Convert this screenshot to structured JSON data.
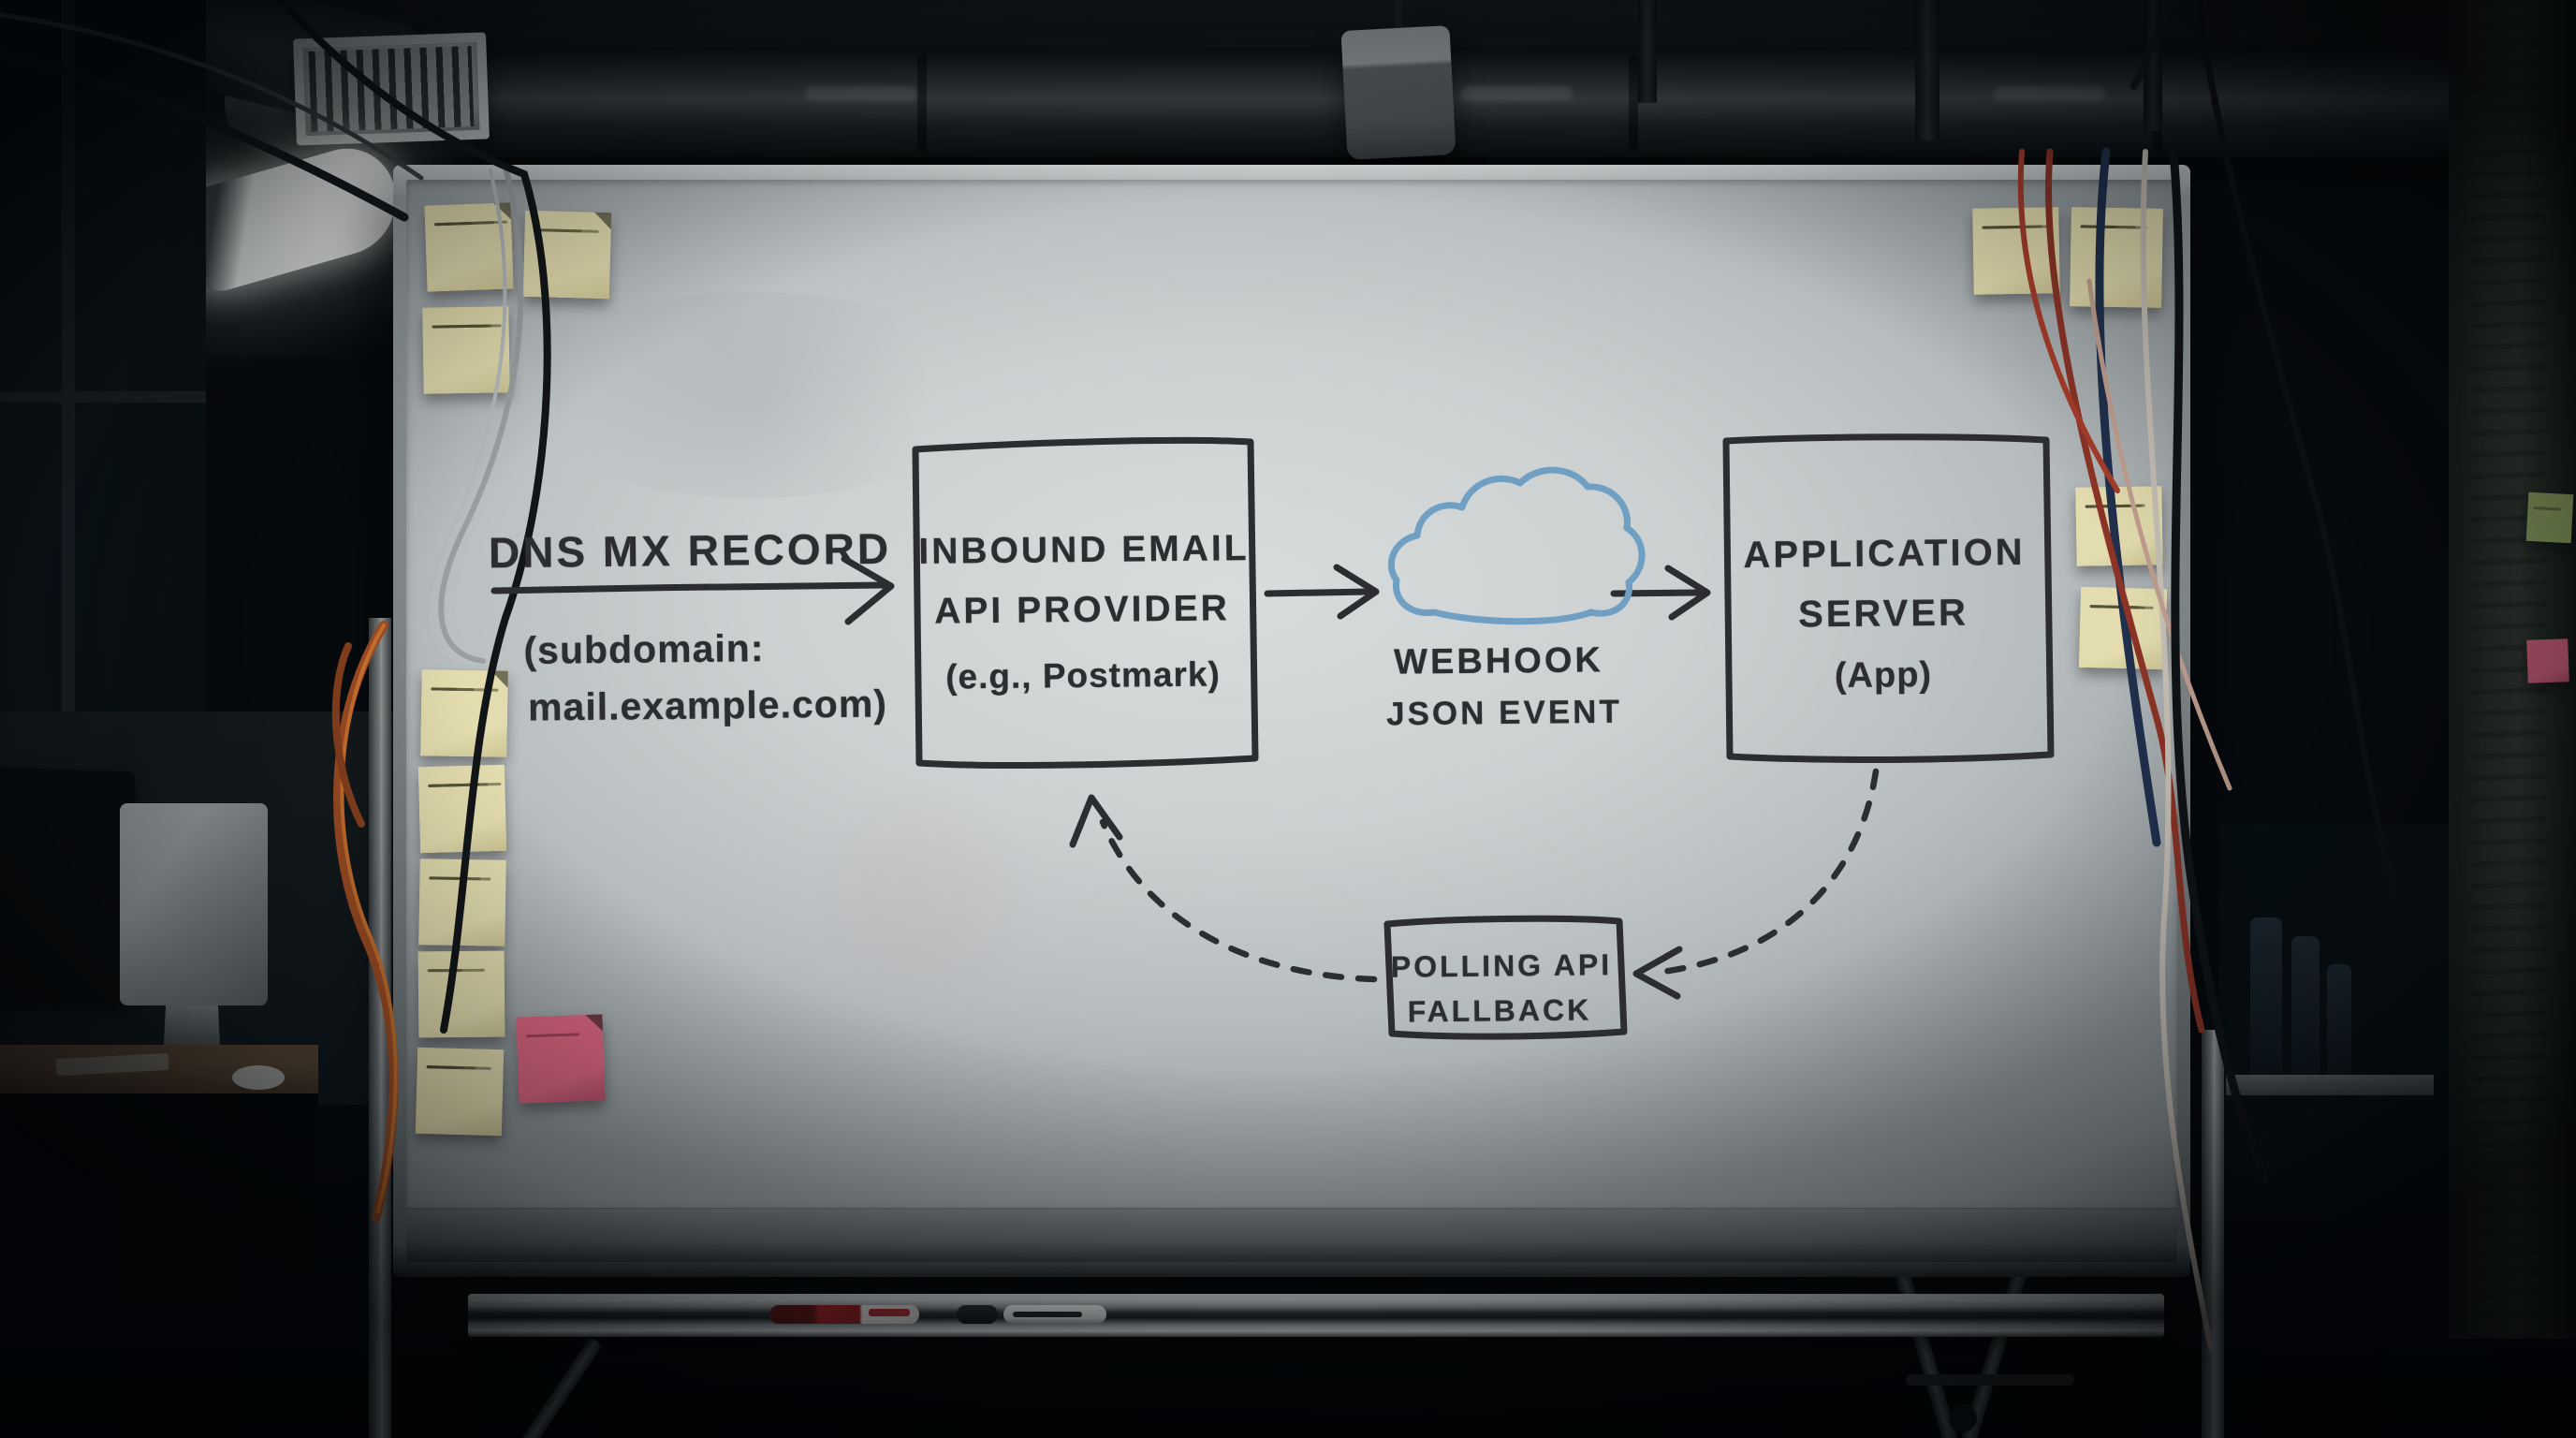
{
  "diagram": {
    "dns": {
      "label": "DNS MX RECORD",
      "sub1": "(subdomain:",
      "sub2": "mail.example.com)"
    },
    "provider": {
      "line1": "INBOUND EMAIL",
      "line2": "API PROVIDER",
      "line3": "(e.g., Postmark)"
    },
    "webhook": {
      "line1": "WEBHOOK",
      "line2": "JSON EVENT"
    },
    "app": {
      "line1": "APPLICATION",
      "line2": "SERVER",
      "line3": "(App)"
    },
    "polling": {
      "line1": "POLLING API",
      "line2": "FALLBACK"
    }
  },
  "colors": {
    "marker_ink": "#2b2d30",
    "cloud_stroke": "#6f9fc2",
    "board_center": "#d9dcdc",
    "board_edge": "#8f9598",
    "sticky_yellow": "#e3dcae",
    "sticky_pink": "#d9657f",
    "sticky_green": "#93a965",
    "cord_orange": "#b65c2b"
  },
  "scene_objects": {
    "tray_markers": [
      "red-marker",
      "black-marker",
      "white-marker"
    ],
    "fixtures": [
      "ceiling-duct",
      "air-vent",
      "fluorescent-light",
      "pendant-lamp"
    ],
    "props": [
      "sticky-notes",
      "hanging-cables",
      "orange-extension-cord",
      "desk-monitors",
      "concrete-pillar"
    ]
  }
}
